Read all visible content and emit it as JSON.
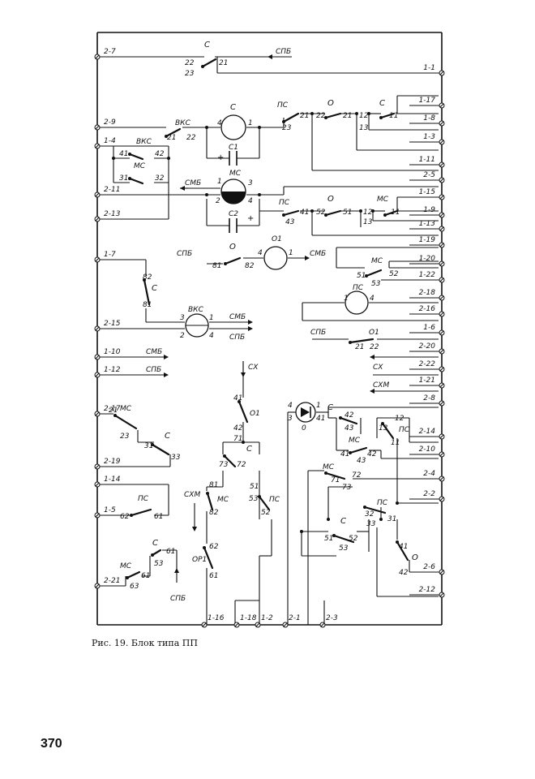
{
  "caption": "Рис. 19. Блок типа ПП",
  "page_number": "370",
  "terminals_left": [
    "2-7",
    "2-9",
    "1-4",
    "2-11",
    "2-13",
    "1-7",
    "2-15",
    "1-10",
    "1-12",
    "2-17",
    "2-19",
    "1-14",
    "1-5",
    "2-21"
  ],
  "terminals_right": [
    "1-1",
    "1-17",
    "1-8",
    "1-3",
    "1-11",
    "2-5",
    "1-15",
    "1-9",
    "1-13",
    "1-19",
    "1-20",
    "1-22",
    "2-18",
    "2-16",
    "1-6",
    "2-20",
    "2-22",
    "1-21",
    "2-8",
    "2-14",
    "2-10",
    "2-4",
    "2-2",
    "2-6",
    "2-12"
  ],
  "terminals_bottom": [
    "1-16",
    "1-18",
    "1-2",
    "2-1",
    "2-3"
  ],
  "labels": {
    "c": "С",
    "ps": "ПС",
    "o": "О",
    "o1": "О1",
    "ms": "МС",
    "vks": "ВКС",
    "c1": "С1",
    "c2": "С2",
    "or1": "ОР1",
    "spb": "СПБ",
    "smb": "СМБ",
    "sx": "СХ",
    "sxm": "СХМ",
    "plus": "+"
  }
}
